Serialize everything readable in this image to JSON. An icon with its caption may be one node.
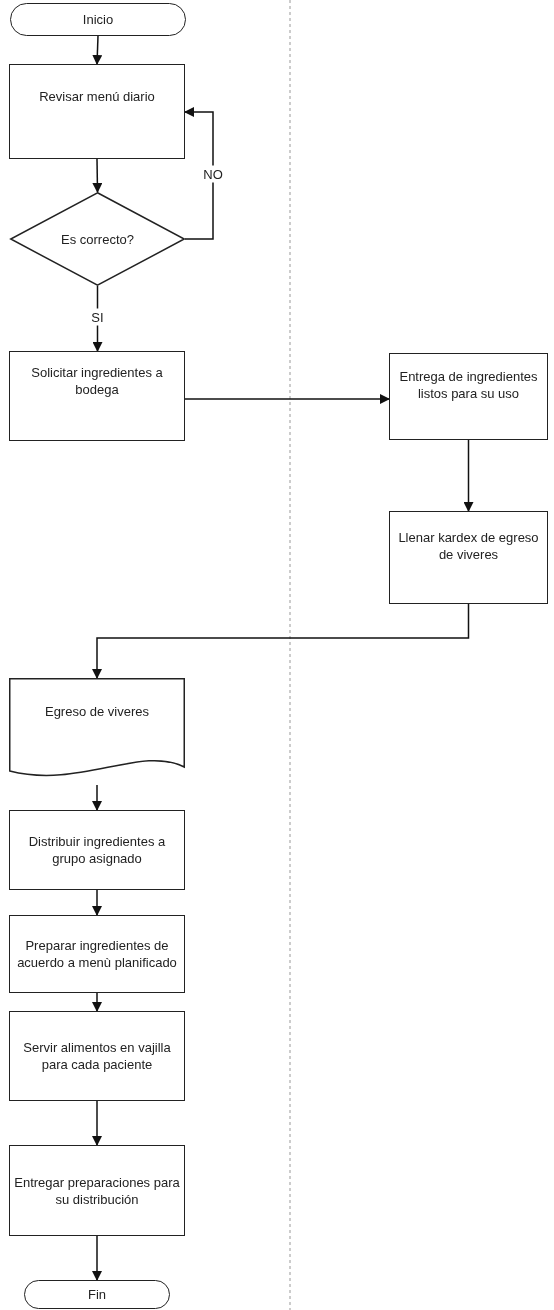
{
  "diagram": {
    "nodes": [
      {
        "text": [
          "Inicio"
        ]
      },
      {
        "text": [
          "Revisar menú diario"
        ]
      },
      {
        "text": [
          "Es correcto?"
        ]
      },
      {
        "text": [
          "Solicitar ingredientes a bodega"
        ]
      },
      {
        "text": [
          "Entrega de ingredientes listos para su uso"
        ]
      },
      {
        "text": [
          "Llenar kardex de egreso de viveres"
        ]
      },
      {
        "text": [
          "Egreso de viveres"
        ]
      },
      {
        "text": [
          "Distribuir ingredientes a grupo asignado"
        ]
      },
      {
        "text": [
          "Preparar ingredientes de acuerdo a menù planificado"
        ]
      },
      {
        "text": [
          "Servir alimentos en vajilla para cada paciente"
        ]
      },
      {
        "text": [
          "Entregar preparaciones para su distribución"
        ]
      },
      {
        "text": [
          "Fin"
        ]
      }
    ],
    "edges": [
      {
        "from": 0,
        "to": 1,
        "arrow": "to"
      },
      {
        "from": 1,
        "to": 2,
        "arrow": "to"
      },
      {
        "from": 2,
        "to": 1,
        "arrow": "to",
        "label": "NO"
      },
      {
        "from": 2,
        "to": 3,
        "arrow": "to",
        "label": "SI"
      },
      {
        "from": 3,
        "to": 4,
        "arrow": "to"
      },
      {
        "from": 4,
        "to": 5,
        "arrow": "to"
      },
      {
        "from": 5,
        "to": 6,
        "arrow": "to"
      },
      {
        "from": 6,
        "to": 7,
        "arrow": "to"
      },
      {
        "from": 7,
        "to": 8,
        "arrow": "to"
      },
      {
        "from": 8,
        "to": 9,
        "arrow": "to"
      },
      {
        "from": 9,
        "to": 10,
        "arrow": "to"
      },
      {
        "from": 10,
        "to": 11,
        "arrow": "to"
      }
    ]
  }
}
